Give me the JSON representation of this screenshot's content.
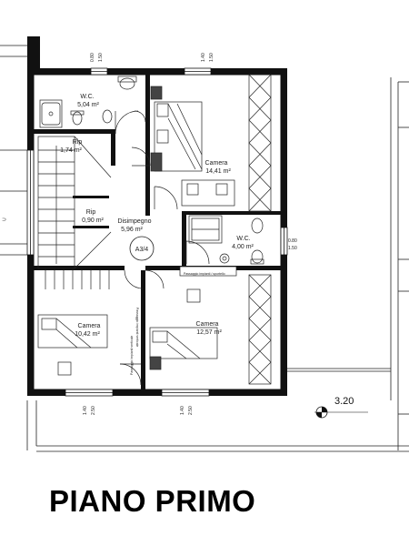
{
  "title": "PIANO PRIMO",
  "rooms": [
    {
      "id": "wc-top",
      "name": "W.C.",
      "area": "5,04 m²"
    },
    {
      "id": "rip-1",
      "name": "Rip",
      "area": "1,74 m²"
    },
    {
      "id": "camera-ne",
      "name": "Camera",
      "area": "14,41 m²"
    },
    {
      "id": "rip-2",
      "name": "Rip",
      "area": "0,90 m²"
    },
    {
      "id": "disimpegno",
      "name": "Disimpegno",
      "area": "5,96 m²"
    },
    {
      "id": "wc-mid",
      "name": "W.C.",
      "area": "4,00 m²"
    },
    {
      "id": "camera-sw",
      "name": "Camera",
      "area": "10,42 m²"
    },
    {
      "id": "camera-se",
      "name": "Camera",
      "area": "12,57 m²"
    }
  ],
  "section_marker": "A3/4",
  "elevation": "3.20",
  "window_dims": {
    "top_left": [
      "0.80",
      "1.50"
    ],
    "top_right": [
      "1.40",
      "1.50"
    ],
    "right_wall": [
      "0.80",
      "1.50"
    ],
    "bottom_left": [
      "1.40",
      "2.50"
    ],
    "bottom_right": [
      "1.40",
      "2.50"
    ]
  },
  "notes": {
    "passage_1": "Passaggio impianti / sportello",
    "passage_2": "Passaggio impianti verticale",
    "passage_3": "Passaggio impianti verticale"
  }
}
